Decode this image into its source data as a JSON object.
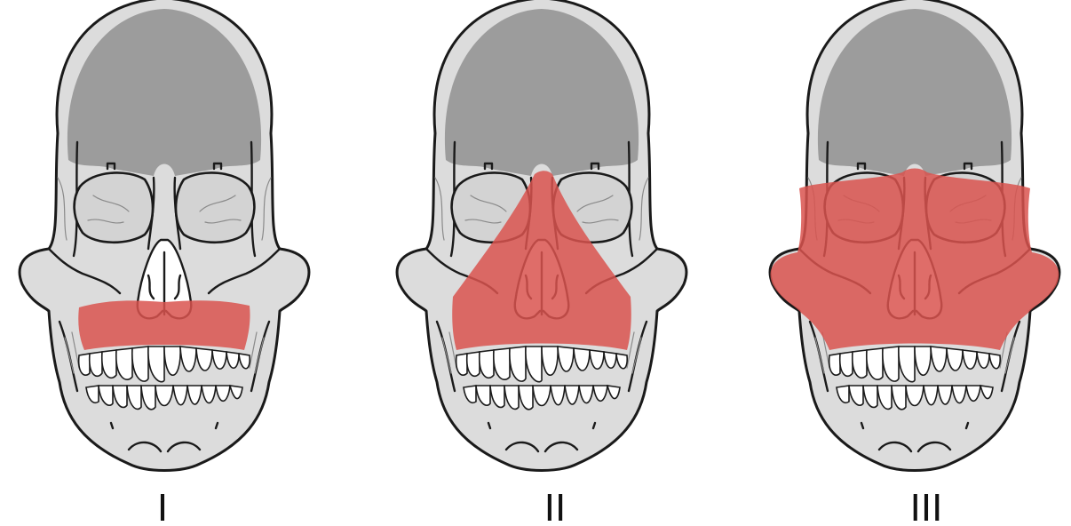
{
  "colors": {
    "fracture": "#d9534f",
    "bone": "#dcdcdc",
    "cranium_shade": "#9c9c9c",
    "outline": "#1a1a1a"
  },
  "panels": [
    {
      "label": "I",
      "highlight": "alveolar-maxilla"
    },
    {
      "label": "II",
      "highlight": "pyramidal-midface"
    },
    {
      "label": "III",
      "highlight": "craniofacial-disjunction"
    }
  ]
}
